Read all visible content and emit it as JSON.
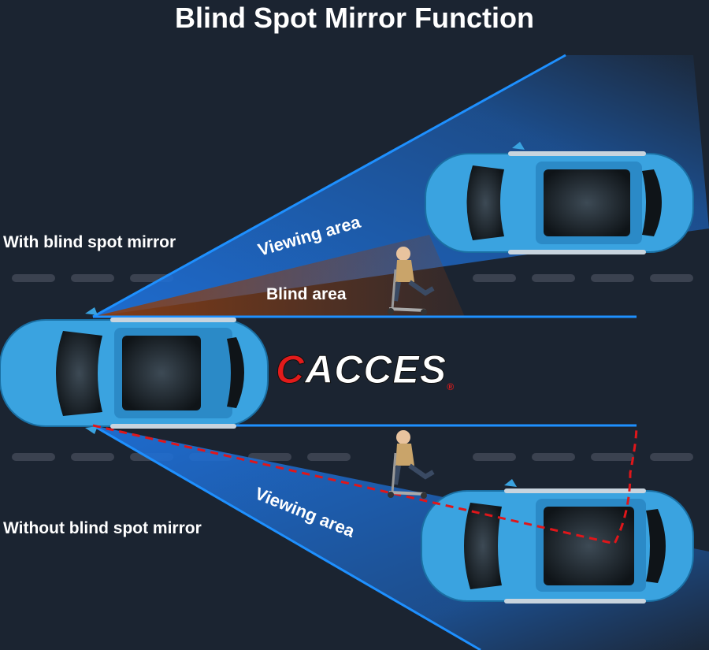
{
  "title": "Blind Spot Mirror Function",
  "labels": {
    "with_mirror": "With blind spot mirror",
    "without_mirror": "Without blind spot mirror",
    "viewing_area_top": "Viewing area",
    "blind_area": "Blind area",
    "viewing_area_bottom": "Viewing area"
  },
  "brand": {
    "first_letter": "C",
    "rest": "ACCES",
    "registered": "®",
    "color": "#e21b1b"
  },
  "colors": {
    "background": "#1b2431",
    "car_body": "#3aa3e0",
    "viewing_cone": "#1e6fd6",
    "blind_cone": "#8a3e14",
    "dashed_path": "#e0161a",
    "road_dash": "#3b4250",
    "guide_line": "#1e90ff"
  },
  "icons": [
    "car-icon",
    "scooter-rider-icon",
    "star-icon"
  ]
}
